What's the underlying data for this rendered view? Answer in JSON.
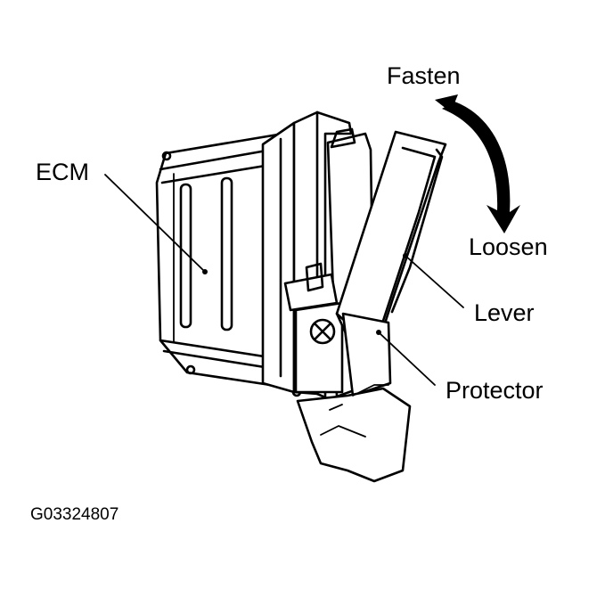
{
  "labels": {
    "fasten": "Fasten",
    "loosen": "Loosen",
    "ecm": "ECM",
    "lever": "Lever",
    "protector": "Protector"
  },
  "figure_code": "G03324807",
  "colors": {
    "ink": "#000000",
    "background": "#ffffff"
  }
}
